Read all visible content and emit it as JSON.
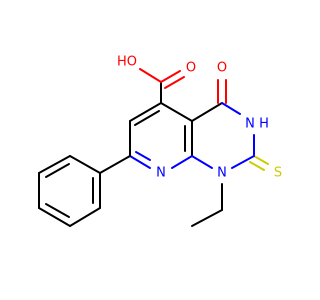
{
  "molecule": {
    "atoms": {
      "ho": {
        "text": "HO",
        "color": "#ff0000"
      },
      "o_carbonyl_acid": {
        "text": "O",
        "color": "#ff0000"
      },
      "o_ketone": {
        "text": "O",
        "color": "#ff0000"
      },
      "nh": {
        "text": "N",
        "color": "#0000ff"
      },
      "h_on_n": {
        "text": "H",
        "color": "#0000ff"
      },
      "n_pyridine": {
        "text": "N",
        "color": "#0000ff"
      },
      "n1": {
        "text": "N",
        "color": "#0000ff"
      },
      "s": {
        "text": "S",
        "color": "#cccc00"
      }
    }
  }
}
